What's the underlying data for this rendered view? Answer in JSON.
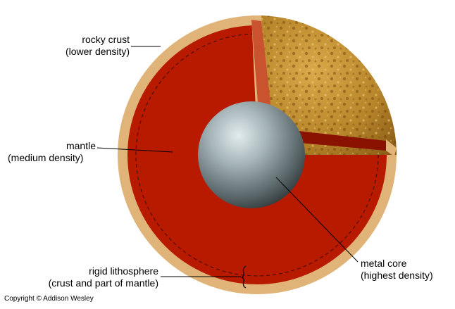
{
  "labels": {
    "crust": {
      "line1": "rocky crust",
      "line2": "(lower density)"
    },
    "mantle": {
      "line1": "mantle",
      "line2": "(medium density)"
    },
    "lithosphere": {
      "line1": "rigid lithosphere",
      "line2": "(crust and part of mantle)"
    },
    "core": {
      "line1": "metal core",
      "line2": "(highest density)"
    }
  },
  "copyright": "Copyright © Addison Wesley",
  "colors": {
    "crust": "#e0b478",
    "mantle": "#b81a00",
    "cut_face": "#c0472a",
    "surface": "#b8862a",
    "core": "#7e8e92"
  }
}
